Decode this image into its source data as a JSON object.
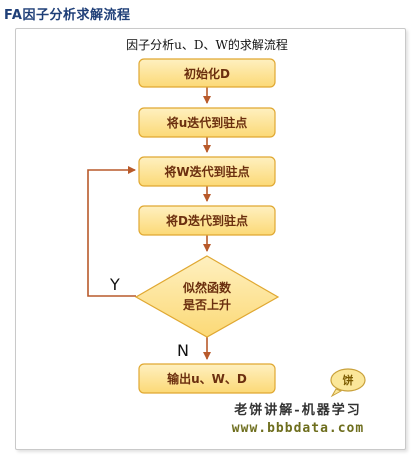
{
  "page_title": "FA因子分析求解流程",
  "diagram": {
    "subtitle": "因子分析u、D、W的求解流程",
    "steps": {
      "init": "初始化D",
      "iter_u": "将u迭代到驻点",
      "iter_w": "将W迭代到驻点",
      "iter_d": "将D迭代到驻点"
    },
    "decision": {
      "line1": "似然函数",
      "line2": "是否上升"
    },
    "labels": {
      "yes": "Y",
      "no": "N"
    },
    "output": "输出u、W、D"
  },
  "watermark": {
    "seal": "饼",
    "text": "老饼讲解-机器学习",
    "url": "www.bbbdata.com"
  },
  "colors": {
    "title": "#1f3f78",
    "box_fill": "#fde49a",
    "box_stroke": "#e0a832",
    "arrow": "#b85a2b",
    "label_text": "#6b2f0f"
  }
}
